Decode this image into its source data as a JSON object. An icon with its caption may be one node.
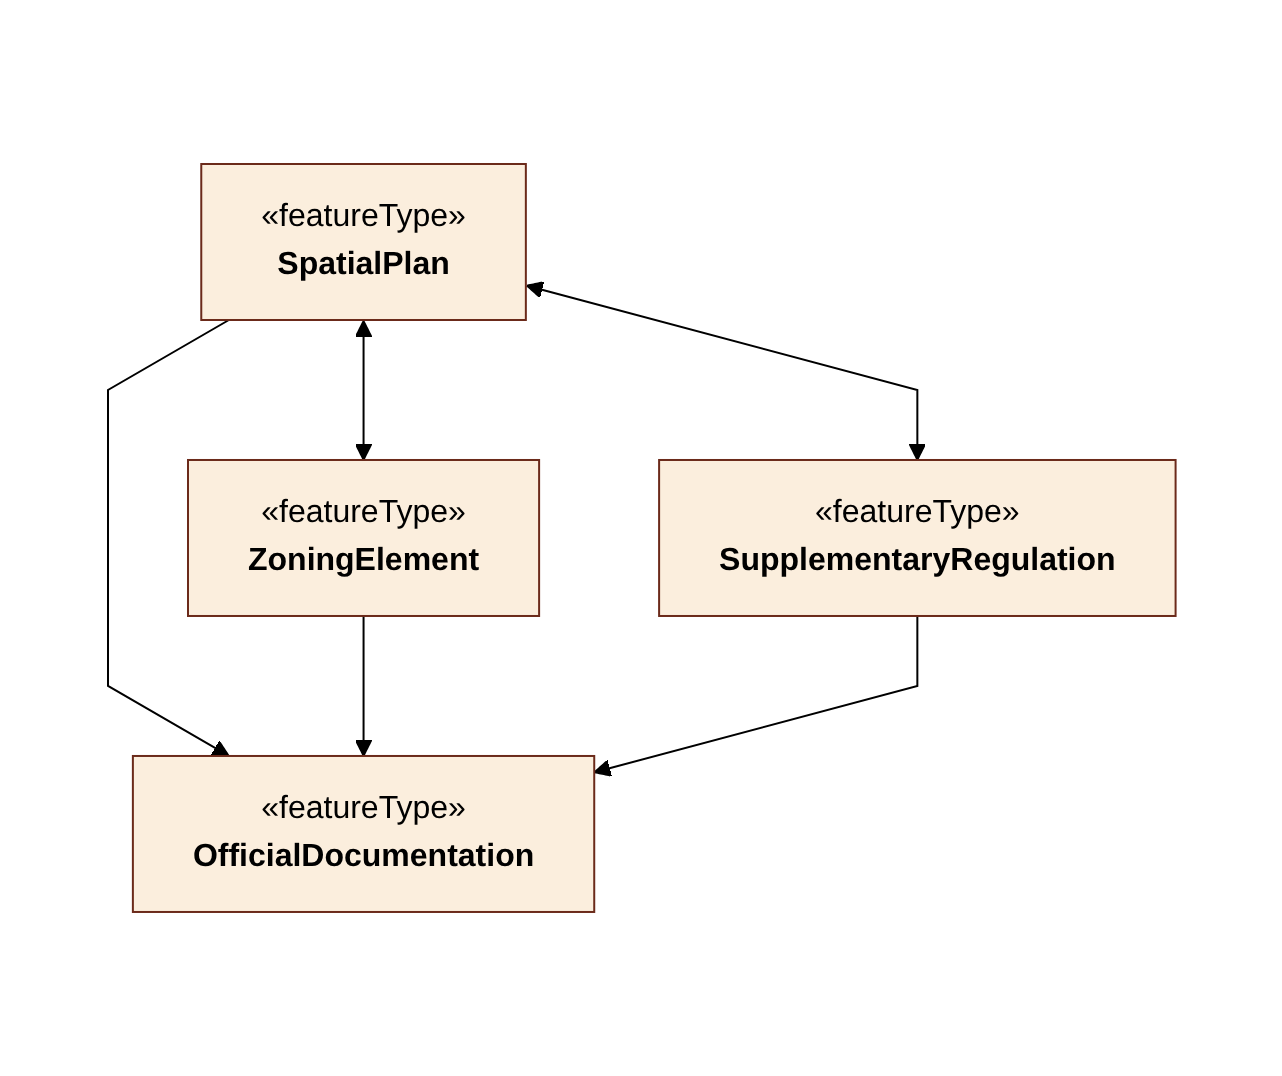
{
  "diagram": {
    "nodes": [
      {
        "text": [
          "«featureType»",
          "SpatialPlan"
        ]
      },
      {
        "text": [
          "«featureType»",
          "ZoningElement"
        ]
      },
      {
        "text": [
          "«featureType»",
          "SupplementaryRegulation"
        ]
      },
      {
        "text": [
          "«featureType»",
          "OfficialDocumentation"
        ]
      }
    ],
    "edges": [
      {
        "from": 0,
        "to": 1,
        "arrow": "both"
      },
      {
        "from": 0,
        "to": 2,
        "arrow": "both"
      },
      {
        "from": 0,
        "to": 3,
        "arrow": "to"
      },
      {
        "from": 1,
        "to": 3,
        "arrow": "to"
      },
      {
        "from": 2,
        "to": 3,
        "arrow": "to"
      }
    ]
  }
}
